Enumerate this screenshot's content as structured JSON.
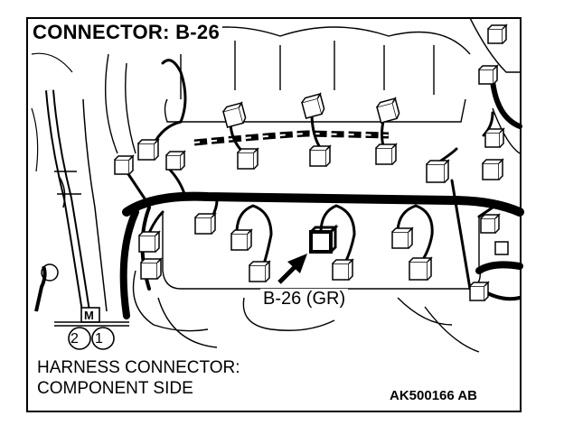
{
  "diagram": {
    "title": "CONNECTOR: B-26",
    "callout": "B-26 (GR)",
    "caption_line1": "HARNESS CONNECTOR:",
    "caption_line2": "COMPONENT SIDE",
    "figure_id": "AK500166 AB",
    "pin_marker": "M",
    "pin_left": "2",
    "pin_right": "1"
  },
  "colors": {
    "line": "#000000",
    "background": "#ffffff"
  }
}
